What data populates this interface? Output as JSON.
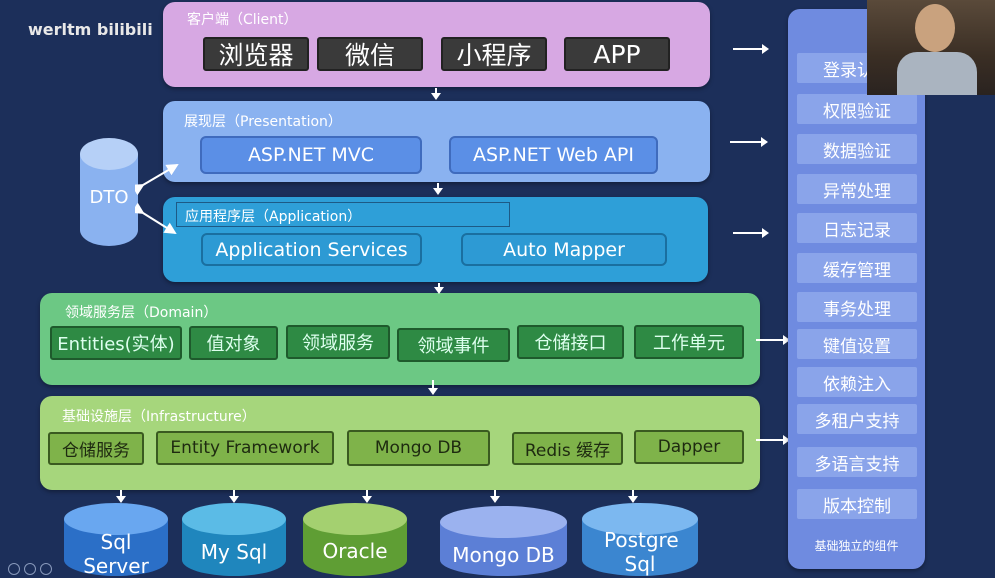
{
  "watermark": "werltm bilibili",
  "client": {
    "title": "客户端（Client）",
    "items": [
      "浏览器",
      "微信",
      "小程序",
      "APP"
    ]
  },
  "presentation": {
    "title": "展现层（Presentation）",
    "items": [
      "ASP.NET MVC",
      "ASP.NET Web API"
    ]
  },
  "application": {
    "title": "应用程序层（Application）",
    "items": [
      "Application Services",
      "Auto Mapper"
    ]
  },
  "dto": "DTO",
  "domain": {
    "title": "领域服务层（Domain）",
    "items": [
      "Entities(实体)",
      "值对象",
      "领域服务",
      "领域事件",
      "仓储接口",
      "工作单元"
    ]
  },
  "infrastructure": {
    "title": "基础设施层（Infrastructure）",
    "items": [
      "仓储服务",
      "Entity Framework",
      "Mongo DB",
      "Redis 缓存",
      "Dapper"
    ]
  },
  "databases": [
    "Sql Server",
    "My Sql",
    "Oracle",
    "Mongo DB",
    "Postgre Sql"
  ],
  "sidebar": {
    "items": [
      "登录认证",
      "权限验证",
      "数据验证",
      "异常处理",
      "日志记录",
      "缓存管理",
      "事务处理",
      "键值设置",
      "依赖注入",
      "多租户支持",
      "多语言支持",
      "版本控制"
    ],
    "footer": "基础独立的组件"
  },
  "colors": {
    "background": "#1c2f5a",
    "client": "#d7a8e3",
    "presentation": "#8ab2f0",
    "application": "#2e9fd8",
    "domain": "#6cc884",
    "infrastructure": "#a6d67c",
    "sidebar": "#6f8be0"
  }
}
